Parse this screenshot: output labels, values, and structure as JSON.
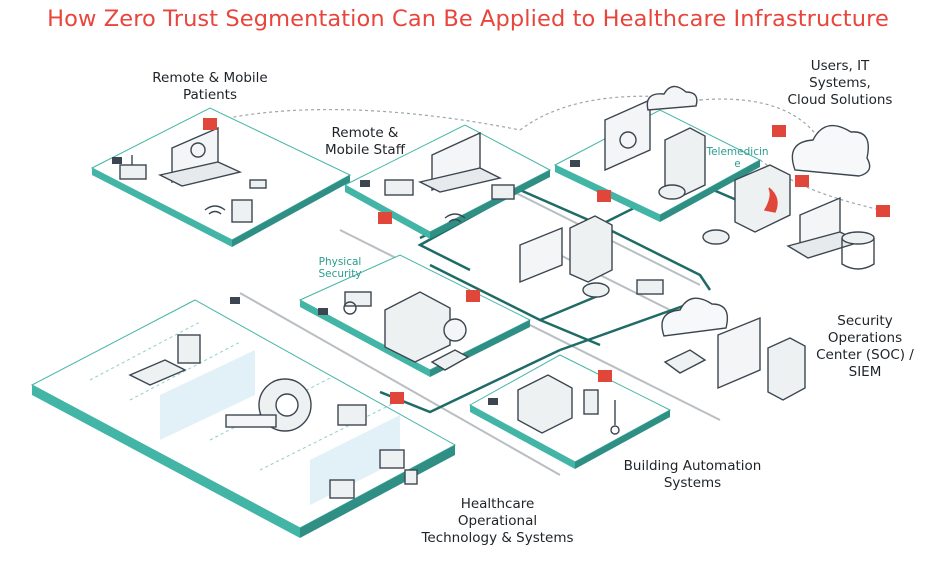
{
  "title": "How Zero Trust Segmentation Can Be Applied to Healthcare Infrastructure",
  "labels": {
    "remote_patients": [
      "Remote & Mobile",
      "Patients"
    ],
    "remote_staff": [
      "Remote &",
      "Mobile Staff"
    ],
    "users_it": [
      "Users, IT",
      "Systems,",
      "Cloud Solutions"
    ],
    "telemedicine": [
      "Telemedicin",
      "e"
    ],
    "physical_security": [
      "Physical",
      "Security"
    ],
    "soc": [
      "Security",
      "Operations",
      "Center (SOC) /",
      "SIEM"
    ],
    "building_automation": [
      "Building Automation",
      "Systems"
    ],
    "healthcare_ot": [
      "Healthcare",
      "Operational",
      "Technology & Systems"
    ]
  },
  "colors": {
    "title": "#e8453c",
    "teal": "#2a9d8f",
    "network_line": "#1f6b66",
    "platform_top": "#ffffff",
    "platform_edge": "#43b5a6",
    "lock": "#e0463a",
    "device": "#3c4650"
  }
}
